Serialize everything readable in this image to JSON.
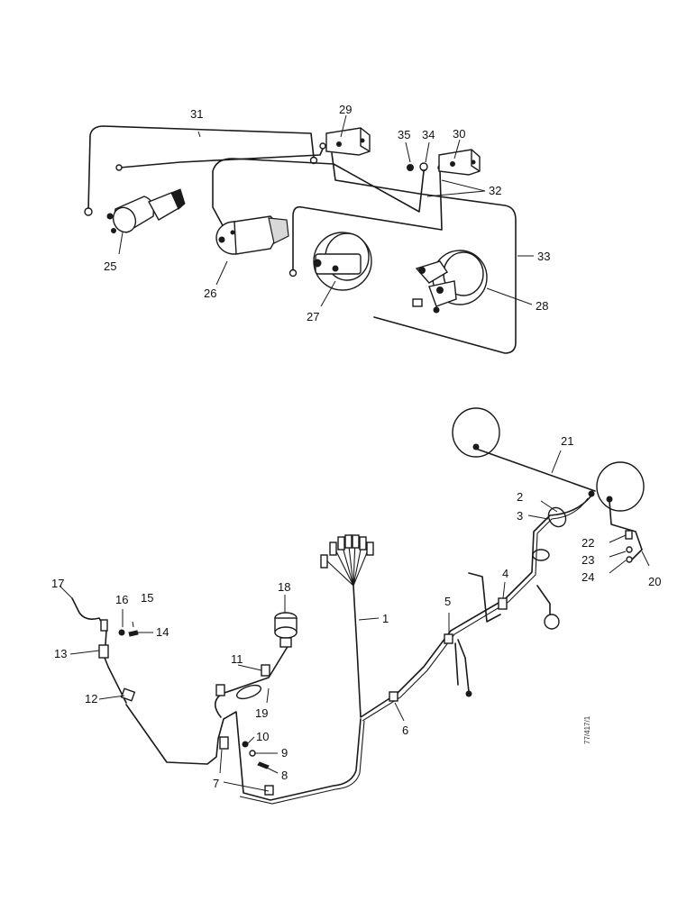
{
  "diagram": {
    "reference_code": "77/417/1",
    "callouts": [
      "1",
      "2",
      "3",
      "4",
      "5",
      "6",
      "7",
      "8",
      "9",
      "10",
      "11",
      "12",
      "13",
      "14",
      "15",
      "16",
      "17",
      "18",
      "19",
      "20",
      "21",
      "22",
      "23",
      "24",
      "25",
      "26",
      "27",
      "28",
      "29",
      "30",
      "31",
      "32",
      "33",
      "34",
      "35"
    ]
  }
}
